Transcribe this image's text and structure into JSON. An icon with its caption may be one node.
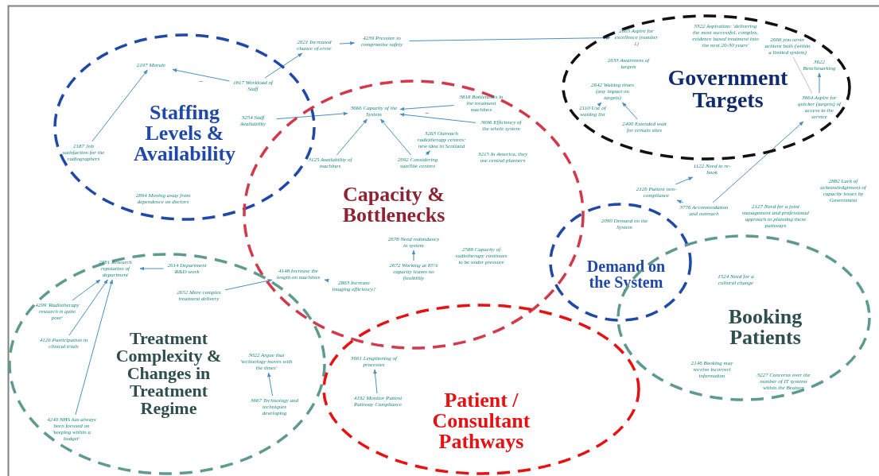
{
  "diagram": {
    "nodes": [
      {
        "text": [
          "Staffing Levels & Availability"
        ]
      },
      {
        "text": [
          "Capacity & Bottlenecks"
        ]
      },
      {
        "text": [
          "Government Targets"
        ]
      },
      {
        "text": [
          "Demand on the System"
        ]
      },
      {
        "text": [
          "Treatment Complexity & Changes in Treatment Regime"
        ]
      },
      {
        "text": [
          "Patient / Consultant Pathways"
        ]
      },
      {
        "text": [
          "Booking Patients"
        ]
      },
      {
        "text": [
          "2197 Morale"
        ],
        "in": 0
      },
      {
        "text": [
          "1817 Workload of Staff"
        ],
        "in": 0
      },
      {
        "text": [
          "2187 Job satisfaction for the radiographers"
        ],
        "in": 0
      },
      {
        "text": [
          "3254 Staff Availability"
        ],
        "in": 0
      },
      {
        "text": [
          "2894 Moving away from dependence on doctors"
        ],
        "in": 0
      },
      {
        "text": [
          "2621 Increased chance of error"
        ]
      },
      {
        "text": [
          "4239 Pressure to compromise safety"
        ]
      },
      {
        "text": [
          "3666 Capacity of the System"
        ],
        "in": 1
      },
      {
        "text": [
          "3818 Bottlenecks in the treatment machines"
        ],
        "in": 1
      },
      {
        "text": [
          "3696 Efficiency of the whole system"
        ],
        "in": 1
      },
      {
        "text": [
          "3263 Outreach radiotherapy centres: new idea in Scotland"
        ],
        "in": 1
      },
      {
        "text": [
          "3125 Availability of machines"
        ],
        "in": 1
      },
      {
        "text": [
          "2692 Considering satellite centres"
        ],
        "in": 1
      },
      {
        "text": [
          "3215 In America, they use central planners"
        ],
        "in": 1
      },
      {
        "text": [
          "3661 Lengthening of processes"
        ],
        "in": 5
      },
      {
        "text": [
          "2678 Need redundancy in system"
        ],
        "in": 1
      },
      {
        "text": [
          "2672 Working at 85% capacity leaves no flexibility"
        ],
        "in": 1
      },
      {
        "text": [
          "2588 Capacity of radiotherapy continues to be under pressure"
        ],
        "in": 1
      },
      {
        "text": [
          "2863 Increase imaging efficiency?"
        ],
        "in": 1
      },
      {
        "text": [
          "4148 Increase the length on machines"
        ],
        "in": 1
      },
      {
        "text": [
          "2665 Aspire for excellence (number 1)"
        ],
        "in": 2
      },
      {
        "text": [
          "3322 Aspiration: 'delivering the most successful, complex, evidence based treatment into the next 20-30 years'"
        ],
        "in": 2
      },
      {
        "text": [
          "2666 you never achieve both (within a limited system)"
        ],
        "in": 2
      },
      {
        "text": [
          "3622 Benchmarking"
        ],
        "in": 2
      },
      {
        "text": [
          "2633 Awareness of targets"
        ],
        "in": 2
      },
      {
        "text": [
          "2642 Waiting times (any impact on targets)"
        ],
        "in": 2
      },
      {
        "text": [
          "3664 Aspire for quicker (targets) of access to the service"
        ],
        "in": 2
      },
      {
        "text": [
          "2490 Extended wait for certain sites"
        ],
        "in": 2
      },
      {
        "text": [
          "2110 Use of waiting list"
        ],
        "in": 2
      },
      {
        "text": [
          "1122 Need to re-book"
        ]
      },
      {
        "text": [
          "2126 Patient non-compliance"
        ]
      },
      {
        "text": [
          "3776 Accommodation and outreach"
        ]
      },
      {
        "text": [
          "2882 Lack of acknowledgement of capacity issues by Government"
        ]
      },
      {
        "text": [
          "2127 Need for a joint management and professional approach to planning these pathways"
        ]
      },
      {
        "text": [
          "1524 Need for a cultural change"
        ],
        "in": 6
      },
      {
        "text": [
          "2146 Booking may receive incorrect information"
        ],
        "in": 6
      },
      {
        "text": [
          "3227 Concerns over the number of IT systems within the Beatson"
        ],
        "in": 6
      },
      {
        "text": [
          "2090 Demand on the System"
        ],
        "in": 3
      },
      {
        "text": [
          "2081 Research reputation of department"
        ],
        "in": 4
      },
      {
        "text": [
          "2614 Department R&D work"
        ],
        "in": 4
      },
      {
        "text": [
          "4299 'Radiotherapy research is quite poor'"
        ],
        "in": 4
      },
      {
        "text": [
          "4126 Participation in clinical trials"
        ],
        "in": 4
      },
      {
        "text": [
          "4240 NHS has always been focused on 'keeping within a budget'"
        ],
        "in": 4
      },
      {
        "text": [
          "3022 Argue that 'technology moves with the times'"
        ],
        "in": 4
      },
      {
        "text": [
          "3667 Technology and techniques developing"
        ],
        "in": 4
      },
      {
        "text": [
          "2652 More complex treatment delivery"
        ],
        "in": 4
      },
      {
        "text": [
          "4192 Monitor Patient Pathway Compliance"
        ],
        "in": 5
      }
    ],
    "edges": [
      {
        "from": 8,
        "to": 7,
        "arrow": "to",
        "label": "–"
      },
      {
        "from": 9,
        "to": 7,
        "arrow": "to"
      },
      {
        "from": 8,
        "to": 12,
        "arrow": "to"
      },
      {
        "from": 12,
        "to": 13,
        "arrow": "to"
      },
      {
        "from": 13,
        "to": 27,
        "arrow": "to"
      },
      {
        "from": 15,
        "to": 14,
        "arrow": "to",
        "label": "–"
      },
      {
        "from": 16,
        "to": 14,
        "arrow": "to"
      },
      {
        "from": 18,
        "to": 14,
        "arrow": "to"
      },
      {
        "from": 19,
        "to": 14,
        "arrow": "to"
      },
      {
        "from": 19,
        "to": 17,
        "arrow": "to"
      },
      {
        "from": 10,
        "to": 14,
        "arrow": "to"
      },
      {
        "from": 23,
        "to": 22,
        "arrow": "to"
      },
      {
        "from": 52,
        "to": 26,
        "arrow": "to"
      },
      {
        "from": 25,
        "to": 26,
        "arrow": "to"
      },
      {
        "from": 47,
        "to": 45,
        "arrow": "to"
      },
      {
        "from": 48,
        "to": 45,
        "arrow": "to"
      },
      {
        "from": 46,
        "to": 45,
        "arrow": "to"
      },
      {
        "from": 49,
        "to": 45,
        "arrow": "to"
      },
      {
        "from": 34,
        "to": 32,
        "arrow": "to"
      },
      {
        "from": 35,
        "to": 32,
        "arrow": "to"
      },
      {
        "from": 29,
        "to": 33,
        "arrow": "none",
        "color": "#c0c0c0"
      },
      {
        "from": 33,
        "to": 30,
        "arrow": "to"
      },
      {
        "from": 38,
        "to": 37,
        "arrow": "to"
      },
      {
        "from": 37,
        "to": 36,
        "arrow": "to"
      },
      {
        "from": 38,
        "to": 33,
        "arrow": "to"
      },
      {
        "from": 53,
        "to": 21,
        "arrow": "to"
      },
      {
        "from": 51,
        "to": 50,
        "arrow": "to"
      }
    ]
  }
}
